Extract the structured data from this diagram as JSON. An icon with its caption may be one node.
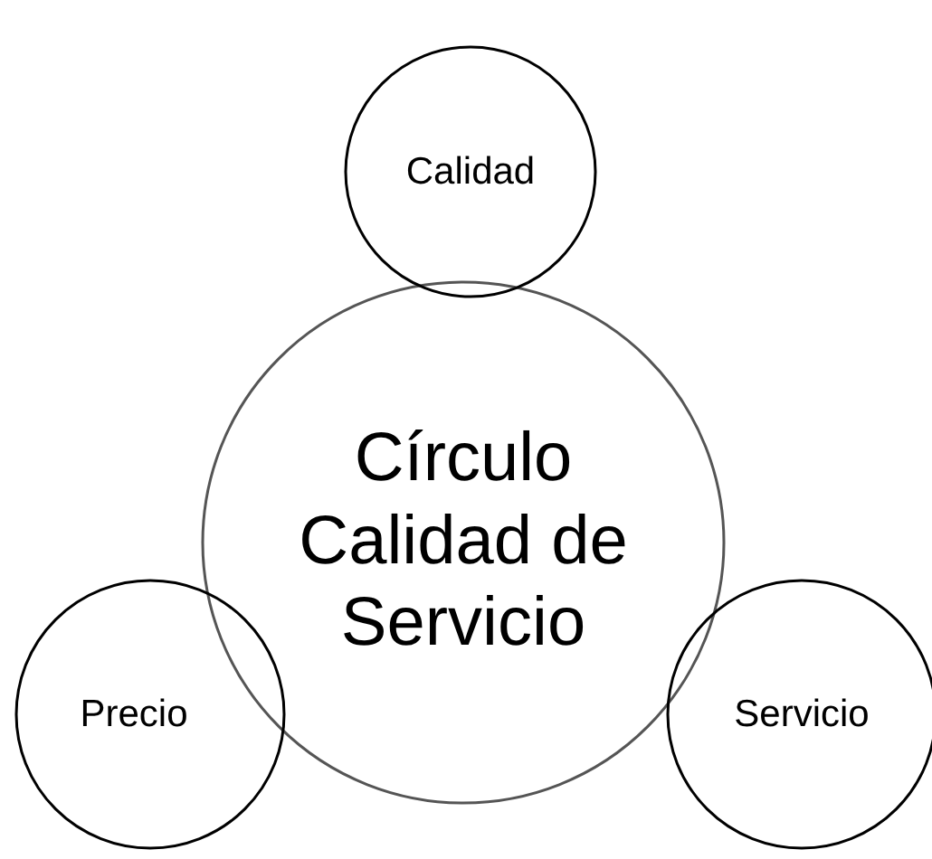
{
  "diagram": {
    "nodes": [
      {
        "text": [
          "Calidad"
        ]
      },
      {
        "text": [
          "Círculo Calidad de Servicio"
        ]
      },
      {
        "text": [
          "Precio"
        ]
      },
      {
        "text": [
          "Servicio"
        ]
      }
    ]
  }
}
